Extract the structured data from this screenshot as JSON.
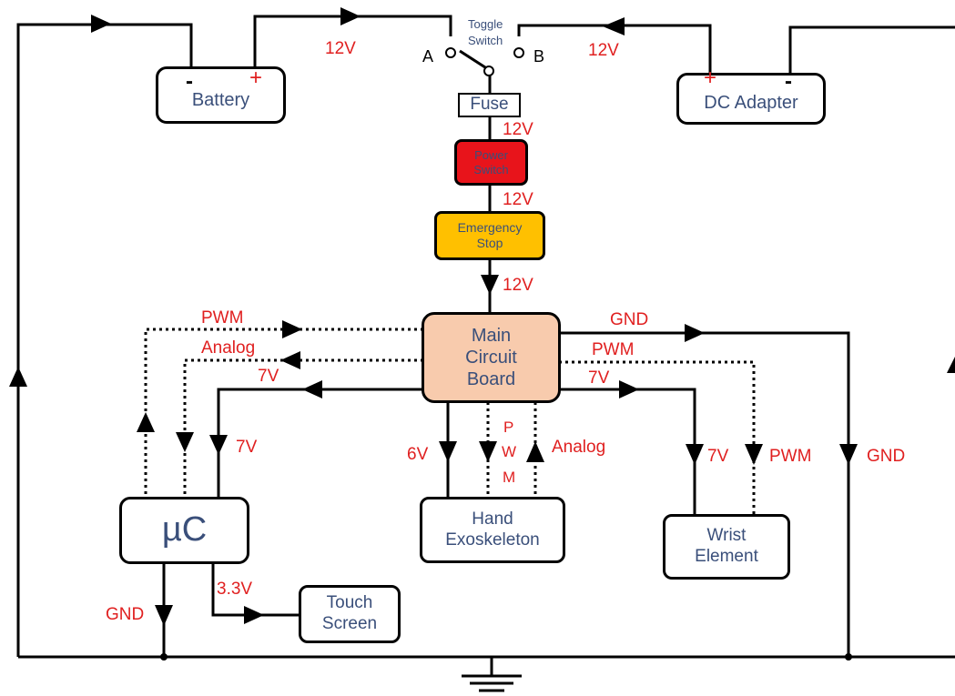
{
  "components": {
    "battery": {
      "label": "Battery",
      "minus": "-",
      "plus": "+"
    },
    "dc_adapter": {
      "label": "DC Adapter",
      "minus": "-",
      "plus": "+"
    },
    "toggle": {
      "label_line1": "Toggle",
      "label_line2": "Switch",
      "a": "A",
      "b": "B"
    },
    "fuse": "Fuse",
    "power_switch": {
      "line1": "Power",
      "line2": "Switch"
    },
    "emergency_stop": {
      "line1": "Emergency",
      "line2": "Stop"
    },
    "main_board": {
      "line1": "Main",
      "line2": "Circuit",
      "line3": "Board"
    },
    "microcontroller": "µC",
    "touch_screen": {
      "line1": "Touch",
      "line2": "Screen"
    },
    "hand_exo": {
      "line1": "Hand",
      "line2": "Exoskeleton"
    },
    "wrist": {
      "line1": "Wrist",
      "line2": "Element"
    }
  },
  "signals": {
    "v12": "12V",
    "v7": "7V",
    "v6": "6V",
    "v33": "3.3V",
    "gnd": "GND",
    "pwm": "PWM",
    "analog": "Analog",
    "p": "P",
    "w": "W",
    "m": "M"
  },
  "colors": {
    "power_switch": "#e8141b",
    "emergency_stop": "#ffc000",
    "main_board": "#f8cbad",
    "label_red": "#e02020",
    "label_blue": "#3a4f7a"
  }
}
